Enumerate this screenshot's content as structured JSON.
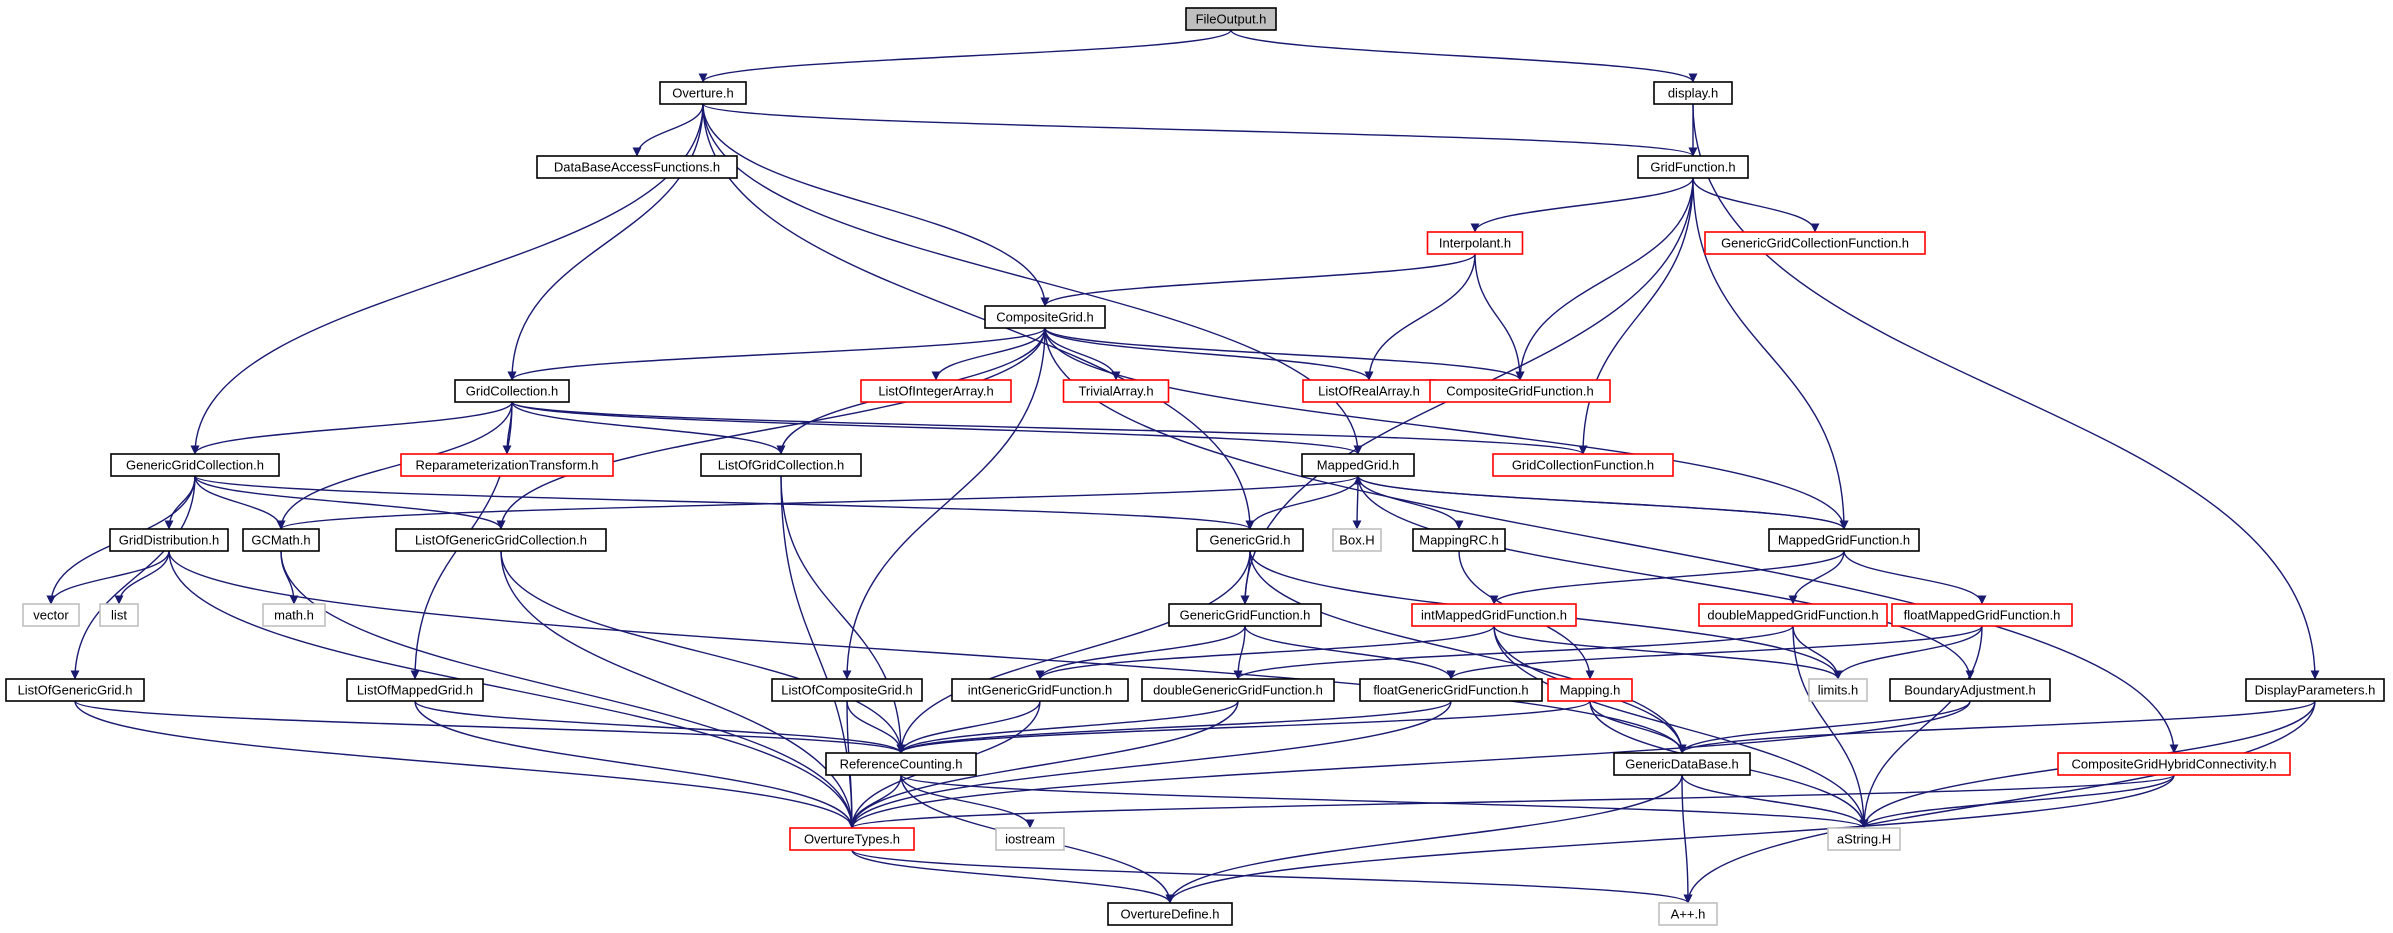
{
  "colors": {
    "edge": "#191970",
    "root_fill": "#bfbfbf",
    "normal_border": "#000000",
    "red_border": "#ff0000",
    "gray_border": "#bfbfbf"
  },
  "nodes": [
    {
      "id": "FileOutput",
      "label": "FileOutput.h",
      "style": "root"
    },
    {
      "id": "Overture",
      "label": "Overture.h",
      "style": "normal"
    },
    {
      "id": "display",
      "label": "display.h",
      "style": "normal"
    },
    {
      "id": "DataBaseAccessFunctions",
      "label": "DataBaseAccessFunctions.h",
      "style": "normal"
    },
    {
      "id": "GridFunction",
      "label": "GridFunction.h",
      "style": "normal"
    },
    {
      "id": "Interpolant",
      "label": "Interpolant.h",
      "style": "red"
    },
    {
      "id": "GenericGridCollectionFunction",
      "label": "GenericGridCollectionFunction.h",
      "style": "red"
    },
    {
      "id": "CompositeGrid",
      "label": "CompositeGrid.h",
      "style": "normal"
    },
    {
      "id": "GridCollection",
      "label": "GridCollection.h",
      "style": "normal"
    },
    {
      "id": "ListOfIntegerArray",
      "label": "ListOfIntegerArray.h",
      "style": "red"
    },
    {
      "id": "TrivialArray",
      "label": "TrivialArray.h",
      "style": "red"
    },
    {
      "id": "ListOfRealArray",
      "label": "ListOfRealArray.h",
      "style": "red"
    },
    {
      "id": "CompositeGridFunction",
      "label": "CompositeGridFunction.h",
      "style": "red"
    },
    {
      "id": "GenericGridCollection",
      "label": "GenericGridCollection.h",
      "style": "normal"
    },
    {
      "id": "ReparameterizationTransform",
      "label": "ReparameterizationTransform.h",
      "style": "red"
    },
    {
      "id": "ListOfGridCollection",
      "label": "ListOfGridCollection.h",
      "style": "normal"
    },
    {
      "id": "MappedGrid",
      "label": "MappedGrid.h",
      "style": "normal"
    },
    {
      "id": "GridCollectionFunction",
      "label": "GridCollectionFunction.h",
      "style": "red"
    },
    {
      "id": "GridDistribution",
      "label": "GridDistribution.h",
      "style": "normal"
    },
    {
      "id": "GCMath",
      "label": "GCMath.h",
      "style": "normal"
    },
    {
      "id": "ListOfGenericGridCollection",
      "label": "ListOfGenericGridCollection.h",
      "style": "normal"
    },
    {
      "id": "GenericGrid",
      "label": "GenericGrid.h",
      "style": "normal"
    },
    {
      "id": "BoxH",
      "label": "Box.H",
      "style": "gray"
    },
    {
      "id": "MappingRC",
      "label": "MappingRC.h",
      "style": "normal"
    },
    {
      "id": "MappedGridFunction",
      "label": "MappedGridFunction.h",
      "style": "normal"
    },
    {
      "id": "vector",
      "label": "vector",
      "style": "gray"
    },
    {
      "id": "list",
      "label": "list",
      "style": "gray"
    },
    {
      "id": "mathh",
      "label": "math.h",
      "style": "gray"
    },
    {
      "id": "GenericGridFunction",
      "label": "GenericGridFunction.h",
      "style": "normal"
    },
    {
      "id": "intMappedGridFunction",
      "label": "intMappedGridFunction.h",
      "style": "red"
    },
    {
      "id": "doubleMappedGridFunction",
      "label": "doubleMappedGridFunction.h",
      "style": "red"
    },
    {
      "id": "floatMappedGridFunction",
      "label": "floatMappedGridFunction.h",
      "style": "red"
    },
    {
      "id": "ListOfGenericGrid",
      "label": "ListOfGenericGrid.h",
      "style": "normal"
    },
    {
      "id": "ListOfMappedGrid",
      "label": "ListOfMappedGrid.h",
      "style": "normal"
    },
    {
      "id": "ListOfCompositeGrid",
      "label": "ListOfCompositeGrid.h",
      "style": "normal"
    },
    {
      "id": "intGenericGridFunction",
      "label": "intGenericGridFunction.h",
      "style": "normal"
    },
    {
      "id": "doubleGenericGridFunction",
      "label": "doubleGenericGridFunction.h",
      "style": "normal"
    },
    {
      "id": "floatGenericGridFunction",
      "label": "floatGenericGridFunction.h",
      "style": "normal"
    },
    {
      "id": "Mapping",
      "label": "Mapping.h",
      "style": "red"
    },
    {
      "id": "limits",
      "label": "limits.h",
      "style": "gray"
    },
    {
      "id": "BoundaryAdjustment",
      "label": "BoundaryAdjustment.h",
      "style": "normal"
    },
    {
      "id": "DisplayParameters",
      "label": "DisplayParameters.h",
      "style": "normal"
    },
    {
      "id": "ReferenceCounting",
      "label": "ReferenceCounting.h",
      "style": "normal"
    },
    {
      "id": "GenericDataBase",
      "label": "GenericDataBase.h",
      "style": "normal"
    },
    {
      "id": "CompositeGridHybridConnectivity",
      "label": "CompositeGridHybridConnectivity.h",
      "style": "red"
    },
    {
      "id": "OvertureTypes",
      "label": "OvertureTypes.h",
      "style": "red"
    },
    {
      "id": "iostream",
      "label": "iostream",
      "style": "gray"
    },
    {
      "id": "aString",
      "label": "aString.H",
      "style": "gray"
    },
    {
      "id": "OvertureDefine",
      "label": "OvertureDefine.h",
      "style": "normal"
    },
    {
      "id": "Appp",
      "label": "A++.h",
      "style": "gray"
    }
  ],
  "edges": [
    [
      "FileOutput",
      "Overture"
    ],
    [
      "FileOutput",
      "display"
    ],
    [
      "Overture",
      "DataBaseAccessFunctions"
    ],
    [
      "Overture",
      "GridFunction"
    ],
    [
      "Overture",
      "GridCollection"
    ],
    [
      "Overture",
      "GenericGridCollection"
    ],
    [
      "Overture",
      "CompositeGrid"
    ],
    [
      "Overture",
      "MappedGrid"
    ],
    [
      "Overture",
      "GenericGrid"
    ],
    [
      "display",
      "GridFunction"
    ],
    [
      "display",
      "DisplayParameters"
    ],
    [
      "GridFunction",
      "Interpolant"
    ],
    [
      "GridFunction",
      "GenericGridCollectionFunction"
    ],
    [
      "GridFunction",
      "CompositeGridFunction"
    ],
    [
      "GridFunction",
      "GridCollectionFunction"
    ],
    [
      "GridFunction",
      "MappedGridFunction"
    ],
    [
      "GridFunction",
      "GenericGridFunction"
    ],
    [
      "Interpolant",
      "CompositeGrid"
    ],
    [
      "Interpolant",
      "ListOfRealArray"
    ],
    [
      "Interpolant",
      "CompositeGridFunction"
    ],
    [
      "CompositeGrid",
      "GridCollection"
    ],
    [
      "CompositeGrid",
      "ListOfIntegerArray"
    ],
    [
      "CompositeGrid",
      "TrivialArray"
    ],
    [
      "CompositeGrid",
      "ListOfRealArray"
    ],
    [
      "CompositeGrid",
      "CompositeGridFunction"
    ],
    [
      "CompositeGrid",
      "ListOfGridCollection"
    ],
    [
      "CompositeGrid",
      "ListOfGenericGridCollection"
    ],
    [
      "CompositeGrid",
      "ListOfCompositeGrid"
    ],
    [
      "CompositeGrid",
      "MappedGridFunction"
    ],
    [
      "CompositeGrid",
      "CompositeGridHybridConnectivity"
    ],
    [
      "GridCollection",
      "GenericGridCollection"
    ],
    [
      "GridCollection",
      "ReparameterizationTransform"
    ],
    [
      "GridCollection",
      "ListOfGridCollection"
    ],
    [
      "GridCollection",
      "MappedGrid"
    ],
    [
      "GridCollection",
      "GridCollectionFunction"
    ],
    [
      "GridCollection",
      "GCMath"
    ],
    [
      "GridCollection",
      "ListOfMappedGrid"
    ],
    [
      "GenericGridCollection",
      "GridDistribution"
    ],
    [
      "GenericGridCollection",
      "GCMath"
    ],
    [
      "GenericGridCollection",
      "ListOfGenericGridCollection"
    ],
    [
      "GenericGridCollection",
      "GenericGrid"
    ],
    [
      "GenericGridCollection",
      "vector"
    ],
    [
      "GenericGridCollection",
      "ListOfGenericGrid"
    ],
    [
      "MappedGrid",
      "GenericGrid"
    ],
    [
      "MappedGrid",
      "BoxH"
    ],
    [
      "MappedGrid",
      "MappingRC"
    ],
    [
      "MappedGrid",
      "MappedGridFunction"
    ],
    [
      "MappedGrid",
      "GCMath"
    ],
    [
      "MappedGrid",
      "BoundaryAdjustment"
    ],
    [
      "MappedGridFunction",
      "MappedGrid"
    ],
    [
      "MappedGridFunction",
      "intMappedGridFunction"
    ],
    [
      "MappedGridFunction",
      "doubleMappedGridFunction"
    ],
    [
      "MappedGridFunction",
      "floatMappedGridFunction"
    ],
    [
      "GridDistribution",
      "vector"
    ],
    [
      "GridDistribution",
      "list"
    ],
    [
      "GridDistribution",
      "OvertureTypes"
    ],
    [
      "GridDistribution",
      "GenericDataBase"
    ],
    [
      "GCMath",
      "mathh"
    ],
    [
      "GCMath",
      "OvertureTypes"
    ],
    [
      "ListOfGenericGridCollection",
      "ReferenceCounting"
    ],
    [
      "ListOfGenericGridCollection",
      "OvertureTypes"
    ],
    [
      "ListOfGridCollection",
      "ReferenceCounting"
    ],
    [
      "ListOfGridCollection",
      "OvertureTypes"
    ],
    [
      "GenericGrid",
      "GenericGridFunction"
    ],
    [
      "GenericGrid",
      "ReferenceCounting"
    ],
    [
      "GenericGrid",
      "GenericDataBase"
    ],
    [
      "GenericGrid",
      "limits"
    ],
    [
      "MappingRC",
      "Mapping"
    ],
    [
      "GenericGridFunction",
      "intGenericGridFunction"
    ],
    [
      "GenericGridFunction",
      "doubleGenericGridFunction"
    ],
    [
      "GenericGridFunction",
      "floatGenericGridFunction"
    ],
    [
      "intMappedGridFunction",
      "intGenericGridFunction"
    ],
    [
      "intMappedGridFunction",
      "limits"
    ],
    [
      "intMappedGridFunction",
      "aString"
    ],
    [
      "intMappedGridFunction",
      "GenericDataBase"
    ],
    [
      "doubleMappedGridFunction",
      "doubleGenericGridFunction"
    ],
    [
      "doubleMappedGridFunction",
      "limits"
    ],
    [
      "doubleMappedGridFunction",
      "aString"
    ],
    [
      "floatMappedGridFunction",
      "floatGenericGridFunction"
    ],
    [
      "floatMappedGridFunction",
      "limits"
    ],
    [
      "floatMappedGridFunction",
      "aString"
    ],
    [
      "ListOfGenericGrid",
      "ReferenceCounting"
    ],
    [
      "ListOfGenericGrid",
      "OvertureTypes"
    ],
    [
      "ListOfMappedGrid",
      "ReferenceCounting"
    ],
    [
      "ListOfMappedGrid",
      "OvertureTypes"
    ],
    [
      "ListOfCompositeGrid",
      "ReferenceCounting"
    ],
    [
      "ListOfCompositeGrid",
      "OvertureTypes"
    ],
    [
      "intGenericGridFunction",
      "ReferenceCounting"
    ],
    [
      "intGenericGridFunction",
      "OvertureTypes"
    ],
    [
      "doubleGenericGridFunction",
      "ReferenceCounting"
    ],
    [
      "doubleGenericGridFunction",
      "OvertureTypes"
    ],
    [
      "floatGenericGridFunction",
      "ReferenceCounting"
    ],
    [
      "floatGenericGridFunction",
      "OvertureTypes"
    ],
    [
      "Mapping",
      "ReferenceCounting"
    ],
    [
      "Mapping",
      "GenericDataBase"
    ],
    [
      "Mapping",
      "aString"
    ],
    [
      "BoundaryAdjustment",
      "GenericDataBase"
    ],
    [
      "BoundaryAdjustment",
      "OvertureTypes"
    ],
    [
      "DisplayParameters",
      "GenericDataBase"
    ],
    [
      "DisplayParameters",
      "aString"
    ],
    [
      "DisplayParameters",
      "Appp"
    ],
    [
      "ReferenceCounting",
      "OvertureTypes"
    ],
    [
      "ReferenceCounting",
      "iostream"
    ],
    [
      "ReferenceCounting",
      "OvertureDefine"
    ],
    [
      "ReferenceCounting",
      "aString"
    ],
    [
      "GenericDataBase",
      "aString"
    ],
    [
      "GenericDataBase",
      "Appp"
    ],
    [
      "GenericDataBase",
      "OvertureDefine"
    ],
    [
      "CompositeGridHybridConnectivity",
      "OvertureTypes"
    ],
    [
      "CompositeGridHybridConnectivity",
      "aString"
    ],
    [
      "CompositeGridHybridConnectivity",
      "OvertureDefine"
    ],
    [
      "OvertureTypes",
      "OvertureDefine"
    ],
    [
      "OvertureTypes",
      "Appp"
    ]
  ]
}
